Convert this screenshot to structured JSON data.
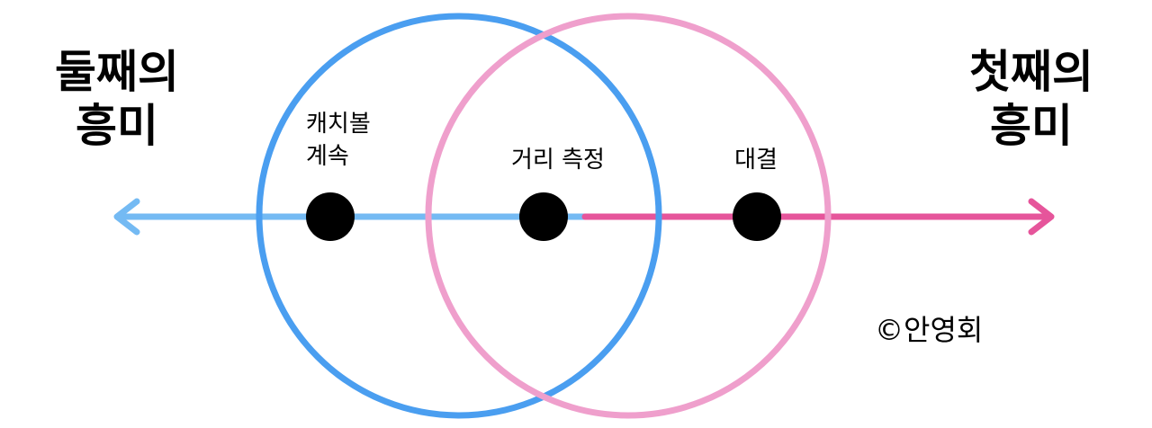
{
  "labels": {
    "left_title_line1": "둘째의",
    "left_title_line2": "흥미",
    "right_title_line1": "첫째의",
    "right_title_line2": "흥미",
    "catch_line1": "캐치볼",
    "catch_line2": "계속",
    "distance": "거리 측정",
    "duel": "대결",
    "credit": "©안영회"
  },
  "colors": {
    "left_circle": "#4a9ef0",
    "right_circle": "#ef9fcc",
    "left_arrow": "#74baf3",
    "right_arrow": "#e6559b",
    "dot": "#000000"
  }
}
